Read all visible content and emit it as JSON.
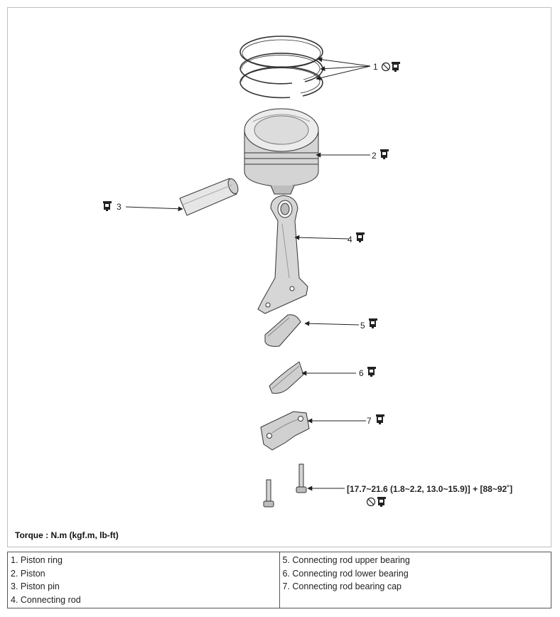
{
  "callouts": [
    {
      "num": "1",
      "tag": "no-reuse-icon",
      "tool": "wrench-icon"
    },
    {
      "num": "2",
      "tool": "wrench-icon"
    },
    {
      "num": "3",
      "tool": "wrench-icon"
    },
    {
      "num": "4",
      "tool": "wrench-icon"
    },
    {
      "num": "5",
      "tool": "wrench-icon"
    },
    {
      "num": "6",
      "tool": "wrench-icon"
    },
    {
      "num": "7",
      "tool": "wrench-icon"
    }
  ],
  "bolt_torque": "[17.7~21.6 (1.8~2.2, 13.0~15.9)] + [88~92˚]",
  "torque_note": "Torque : N.m (kgf.m, lb-ft)",
  "legend": {
    "left": [
      "1. Piston ring",
      "2. Piston",
      "3. Piston pin",
      "4. Connecting rod"
    ],
    "right": [
      "5. Connecting rod upper bearing",
      "6. Connecting rod lower bearing",
      "7. Connecting rod bearing cap"
    ]
  },
  "colors": {
    "line": "#333333",
    "part_fill": "#d9d9d9",
    "part_shade": "#9a9a9a"
  }
}
